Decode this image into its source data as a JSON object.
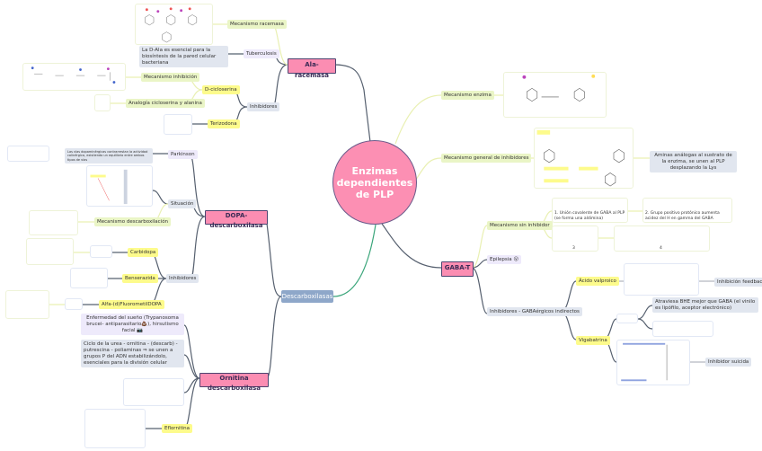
{
  "center": {
    "title": "Enzimas dependientes de PLP"
  },
  "ala": {
    "title": "Ala-racemasa",
    "mecanismo": "Mecanismo racemasa",
    "tuberculosis": "Tuberculosis",
    "tb_note": "La D-Ala es esencial para la biosíntesis de la pared celular bacteriana",
    "inhibidores": "Inhibidores",
    "dciclo": "D-cicloserina",
    "mec_inhib": "Mecanismo inhibición",
    "analogia": "Analogía cicloserina y alanina",
    "terizodona": "Terizodona"
  },
  "dopa": {
    "title": "DOPA-descarboxilasa",
    "parkinson": "Parkinson",
    "park_note": "Las vías dopaminérgicas contrarrestan la actividad colinérgica, existiendo un equilibrio entre ambos tipos de vías",
    "situacion": "Situación",
    "mec_desc": "Mecanismo descarboxilación",
    "inhibidores": "Inhibidores",
    "carbidopa": "Carbidopa",
    "benserazida": "Benserazida",
    "alfa": "Alfa-(d)FluorometilDOPA"
  },
  "descarboxilasas": "Descarboxilasas",
  "ornitina": {
    "title": "Ornitina descarboxilasa",
    "note1": "Enfermedad del sueño (Trypanosoma brucei- antiparasitario💩), hirsutismo facial 📷",
    "note2": "Ciclo de la urea - ornitina - (descarb) - putrescina - poliaminas ⇒ se unen a grupos P del ADN estabilizándolo, esenciales para la división celular",
    "eflornitina": "Eflornitina"
  },
  "right": {
    "mec_enzima": "Mecanismo enzima",
    "mec_general": "Mecanismo general de inhibidores",
    "general_note": "Aminas análogas al sustrato de la enzima, se unen al PLP desplazando la Lys"
  },
  "gaba": {
    "title": "GABA-T",
    "sin_inhib": "Mecanismo sin inhibidor",
    "cap1": "1. Unión covalente de GABA al PLP (se forma una aldimina)",
    "cap2": "2. Grupo positivo protónico aumenta acidez del H en gamma del GABA",
    "cap3": "3",
    "cap4": "4",
    "epilepsia": "Epilepsia 😮",
    "inhib": "Inhibidores - GABAérgicos indirectos",
    "valproico": "Ácido valproico",
    "feedback": "Inhibición feedback",
    "vigabatrina": "Vigabatrina",
    "atraviesa": "Atraviesa BHE mejor que GABA (el vinilo es lipófilo, aceptor electrónico)",
    "suicida": "Inhibidor suicida"
  },
  "colors": {
    "main_node": "#fb8db2",
    "branch_green": "#eaf5c6",
    "branch_yellow": "#fdfb8c",
    "note": "#e1e6ef",
    "descarboxilasas": "#8ea7c9"
  }
}
